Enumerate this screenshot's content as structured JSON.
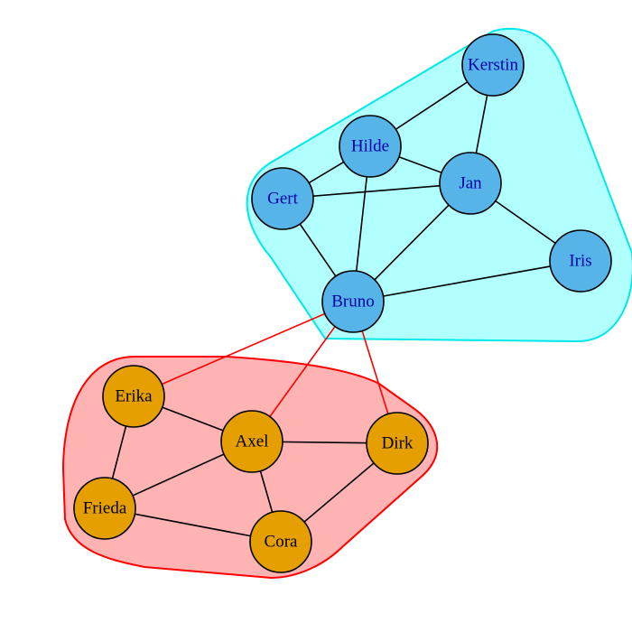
{
  "groups": [
    {
      "id": "blue",
      "fill": "#b2ffff",
      "stroke": "#00e8e8",
      "node_fill": "#56b4e9",
      "label_color": "#0000a8",
      "edge_color": "#000000",
      "nodes": [
        "Kerstin",
        "Hilde",
        "Gert",
        "Jan",
        "Iris",
        "Bruno"
      ]
    },
    {
      "id": "orange",
      "fill": "#ffb3b3",
      "stroke": "#ff0000",
      "node_fill": "#e69f00",
      "label_color": "#000000",
      "edge_color": "#000000",
      "nodes": [
        "Erika",
        "Axel",
        "Dirk",
        "Frieda",
        "Cora"
      ]
    }
  ],
  "edges": [
    {
      "from": "Kerstin",
      "to": "Hilde",
      "color": "#000000"
    },
    {
      "from": "Kerstin",
      "to": "Jan",
      "color": "#000000"
    },
    {
      "from": "Hilde",
      "to": "Gert",
      "color": "#000000"
    },
    {
      "from": "Hilde",
      "to": "Jan",
      "color": "#000000"
    },
    {
      "from": "Hilde",
      "to": "Bruno",
      "color": "#000000"
    },
    {
      "from": "Gert",
      "to": "Jan",
      "color": "#000000"
    },
    {
      "from": "Gert",
      "to": "Bruno",
      "color": "#000000"
    },
    {
      "from": "Jan",
      "to": "Iris",
      "color": "#000000"
    },
    {
      "from": "Jan",
      "to": "Bruno",
      "color": "#000000"
    },
    {
      "from": "Iris",
      "to": "Bruno",
      "color": "#000000"
    },
    {
      "from": "Bruno",
      "to": "Erika",
      "color": "#ff0000"
    },
    {
      "from": "Bruno",
      "to": "Axel",
      "color": "#ff0000"
    },
    {
      "from": "Bruno",
      "to": "Dirk",
      "color": "#ff0000"
    },
    {
      "from": "Erika",
      "to": "Axel",
      "color": "#000000"
    },
    {
      "from": "Erika",
      "to": "Frieda",
      "color": "#000000"
    },
    {
      "from": "Axel",
      "to": "Dirk",
      "color": "#000000"
    },
    {
      "from": "Axel",
      "to": "Frieda",
      "color": "#000000"
    },
    {
      "from": "Axel",
      "to": "Cora",
      "color": "#000000"
    },
    {
      "from": "Frieda",
      "to": "Cora",
      "color": "#000000"
    },
    {
      "from": "Cora",
      "to": "Dirk",
      "color": "#000000"
    }
  ]
}
